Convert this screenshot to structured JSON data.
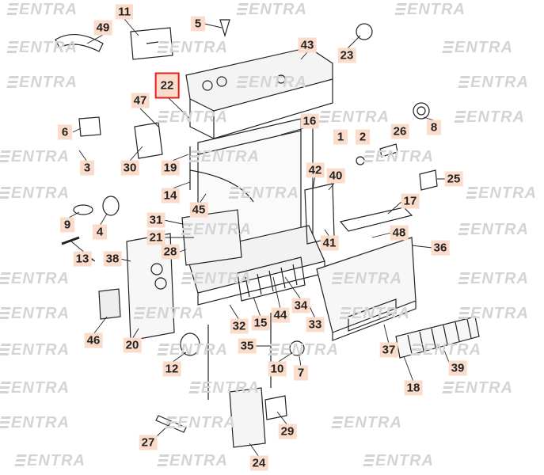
{
  "watermark": "ENTRA",
  "highlighted_part": "22",
  "colors": {
    "label_bg": "#fbdccb",
    "highlight_border": "#e02020",
    "watermark": "#d4d4d4"
  },
  "labels": [
    "11",
    "49",
    "5",
    "43",
    "23",
    "22",
    "47",
    "16",
    "8",
    "6",
    "1",
    "2",
    "26",
    "3",
    "30",
    "19",
    "42",
    "40",
    "25",
    "14",
    "45",
    "17",
    "9",
    "4",
    "31",
    "21",
    "48",
    "28",
    "41",
    "36",
    "13",
    "38",
    "34",
    "44",
    "15",
    "32",
    "33",
    "46",
    "20",
    "35",
    "37",
    "39",
    "12",
    "10",
    "7",
    "18",
    "27",
    "29",
    "24"
  ]
}
